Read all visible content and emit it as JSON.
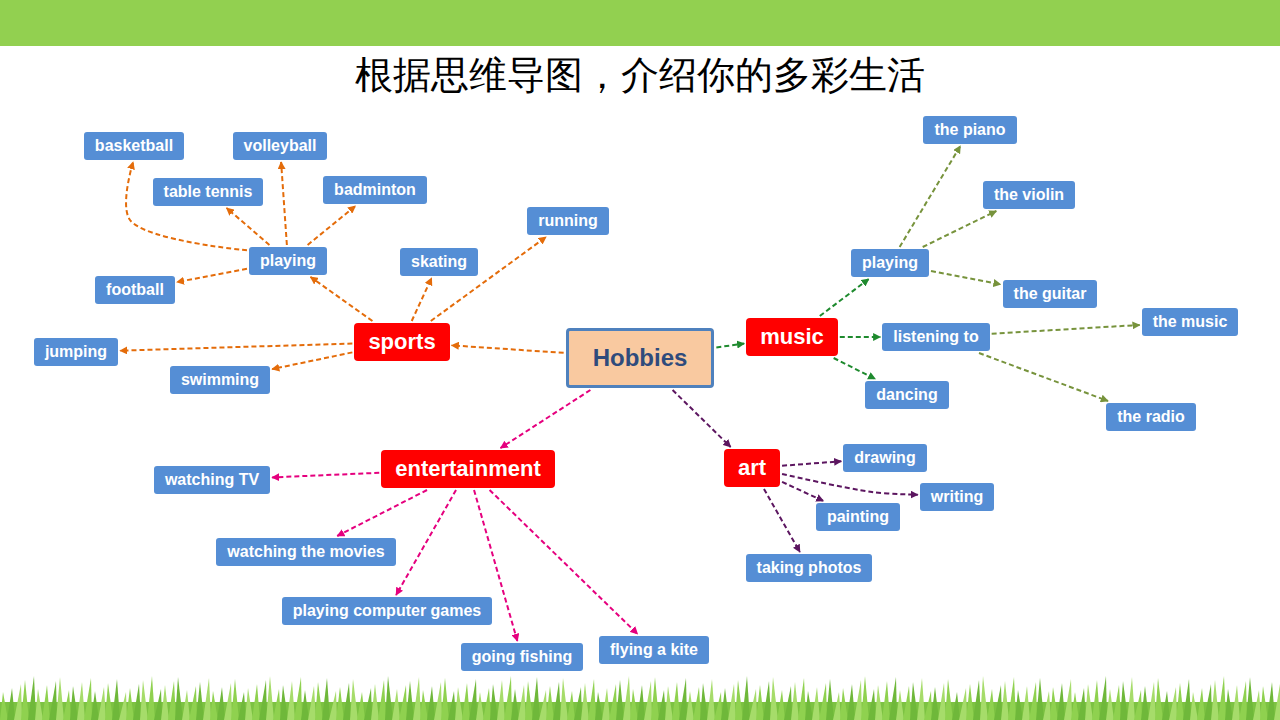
{
  "diagram": {
    "title": "根据思维导图，介绍你的多彩生活",
    "nodes": [
      {
        "text": [
          "Hobbies"
        ]
      },
      {
        "text": [
          "sports"
        ]
      },
      {
        "text": [
          "playing"
        ]
      },
      {
        "text": [
          "basketball"
        ]
      },
      {
        "text": [
          "volleyball"
        ]
      },
      {
        "text": [
          "table tennis"
        ]
      },
      {
        "text": [
          "badminton"
        ]
      },
      {
        "text": [
          "football"
        ]
      },
      {
        "text": [
          "skating"
        ]
      },
      {
        "text": [
          "running"
        ]
      },
      {
        "text": [
          "jumping"
        ]
      },
      {
        "text": [
          "swimming"
        ]
      },
      {
        "text": [
          "music"
        ]
      },
      {
        "text": [
          "playing"
        ]
      },
      {
        "text": [
          "the  piano"
        ]
      },
      {
        "text": [
          "the violin"
        ]
      },
      {
        "text": [
          "the guitar"
        ]
      },
      {
        "text": [
          "listening to"
        ]
      },
      {
        "text": [
          "the music"
        ]
      },
      {
        "text": [
          "the radio"
        ]
      },
      {
        "text": [
          "dancing"
        ]
      },
      {
        "text": [
          "entertainment"
        ]
      },
      {
        "text": [
          "watching TV"
        ]
      },
      {
        "text": [
          "watching the movies"
        ]
      },
      {
        "text": [
          "playing computer games"
        ]
      },
      {
        "text": [
          "going fishing"
        ]
      },
      {
        "text": [
          "flying a kite"
        ]
      },
      {
        "text": [
          "art"
        ]
      },
      {
        "text": [
          "drawing"
        ]
      },
      {
        "text": [
          "writing"
        ]
      },
      {
        "text": [
          "painting"
        ]
      },
      {
        "text": [
          "taking photos"
        ]
      }
    ],
    "edges": [
      {
        "from": 0,
        "to": 1,
        "arrow": "to"
      },
      {
        "from": 1,
        "to": 2,
        "arrow": "to"
      },
      {
        "from": 2,
        "to": 3,
        "arrow": "to"
      },
      {
        "from": 2,
        "to": 4,
        "arrow": "to"
      },
      {
        "from": 2,
        "to": 5,
        "arrow": "to"
      },
      {
        "from": 2,
        "to": 6,
        "arrow": "to"
      },
      {
        "from": 2,
        "to": 7,
        "arrow": "to"
      },
      {
        "from": 1,
        "to": 8,
        "arrow": "to"
      },
      {
        "from": 1,
        "to": 9,
        "arrow": "to"
      },
      {
        "from": 1,
        "to": 10,
        "arrow": "to"
      },
      {
        "from": 1,
        "to": 11,
        "arrow": "to"
      },
      {
        "from": 0,
        "to": 12,
        "arrow": "to"
      },
      {
        "from": 12,
        "to": 13,
        "arrow": "to"
      },
      {
        "from": 13,
        "to": 14,
        "arrow": "to"
      },
      {
        "from": 13,
        "to": 15,
        "arrow": "to"
      },
      {
        "from": 13,
        "to": 16,
        "arrow": "to"
      },
      {
        "from": 12,
        "to": 17,
        "arrow": "to"
      },
      {
        "from": 17,
        "to": 18,
        "arrow": "to"
      },
      {
        "from": 17,
        "to": 19,
        "arrow": "to"
      },
      {
        "from": 12,
        "to": 20,
        "arrow": "to"
      },
      {
        "from": 0,
        "to": 21,
        "arrow": "to"
      },
      {
        "from": 21,
        "to": 22,
        "arrow": "to"
      },
      {
        "from": 21,
        "to": 23,
        "arrow": "to"
      },
      {
        "from": 21,
        "to": 24,
        "arrow": "to"
      },
      {
        "from": 21,
        "to": 25,
        "arrow": "to"
      },
      {
        "from": 21,
        "to": 26,
        "arrow": "to"
      },
      {
        "from": 0,
        "to": 27,
        "arrow": "to"
      },
      {
        "from": 27,
        "to": 28,
        "arrow": "to"
      },
      {
        "from": 27,
        "to": 29,
        "arrow": "to"
      },
      {
        "from": 27,
        "to": 30,
        "arrow": "to"
      },
      {
        "from": 27,
        "to": 31,
        "arrow": "to"
      }
    ]
  }
}
